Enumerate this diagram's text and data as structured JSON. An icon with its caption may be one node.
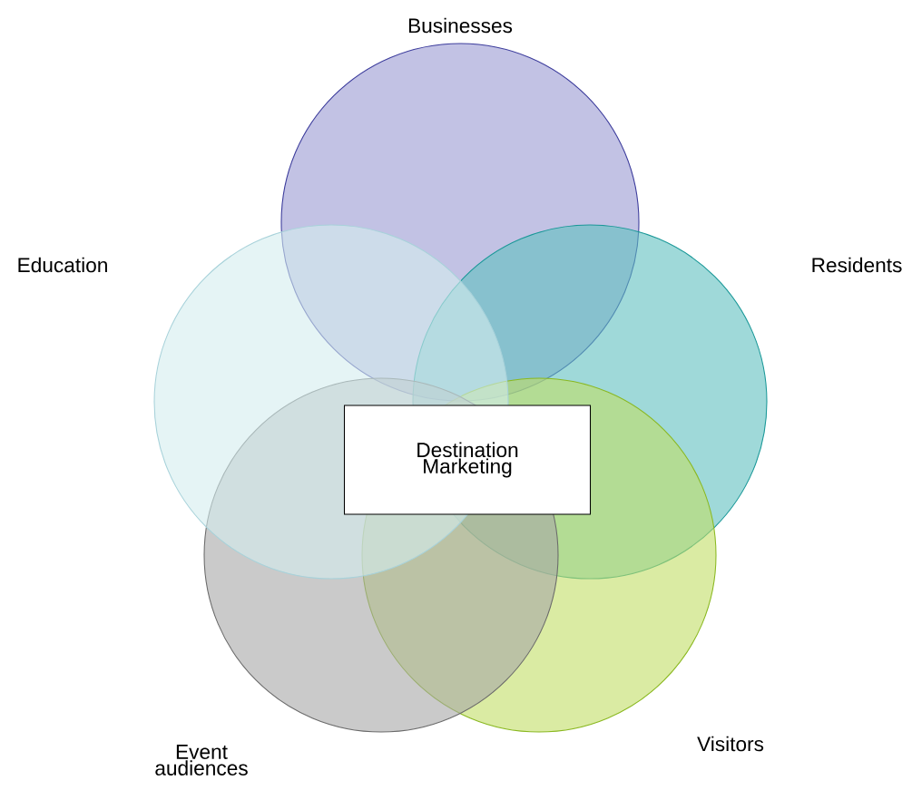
{
  "diagram": {
    "nodes": [
      {
        "text": [
          "Businesses"
        ]
      },
      {
        "text": [
          "Education"
        ]
      },
      {
        "text": [
          "Residents"
        ]
      },
      {
        "text": [
          "Destination Marketing"
        ]
      },
      {
        "text": [
          "Event audiences"
        ]
      },
      {
        "text": [
          "Visitors"
        ]
      }
    ]
  }
}
